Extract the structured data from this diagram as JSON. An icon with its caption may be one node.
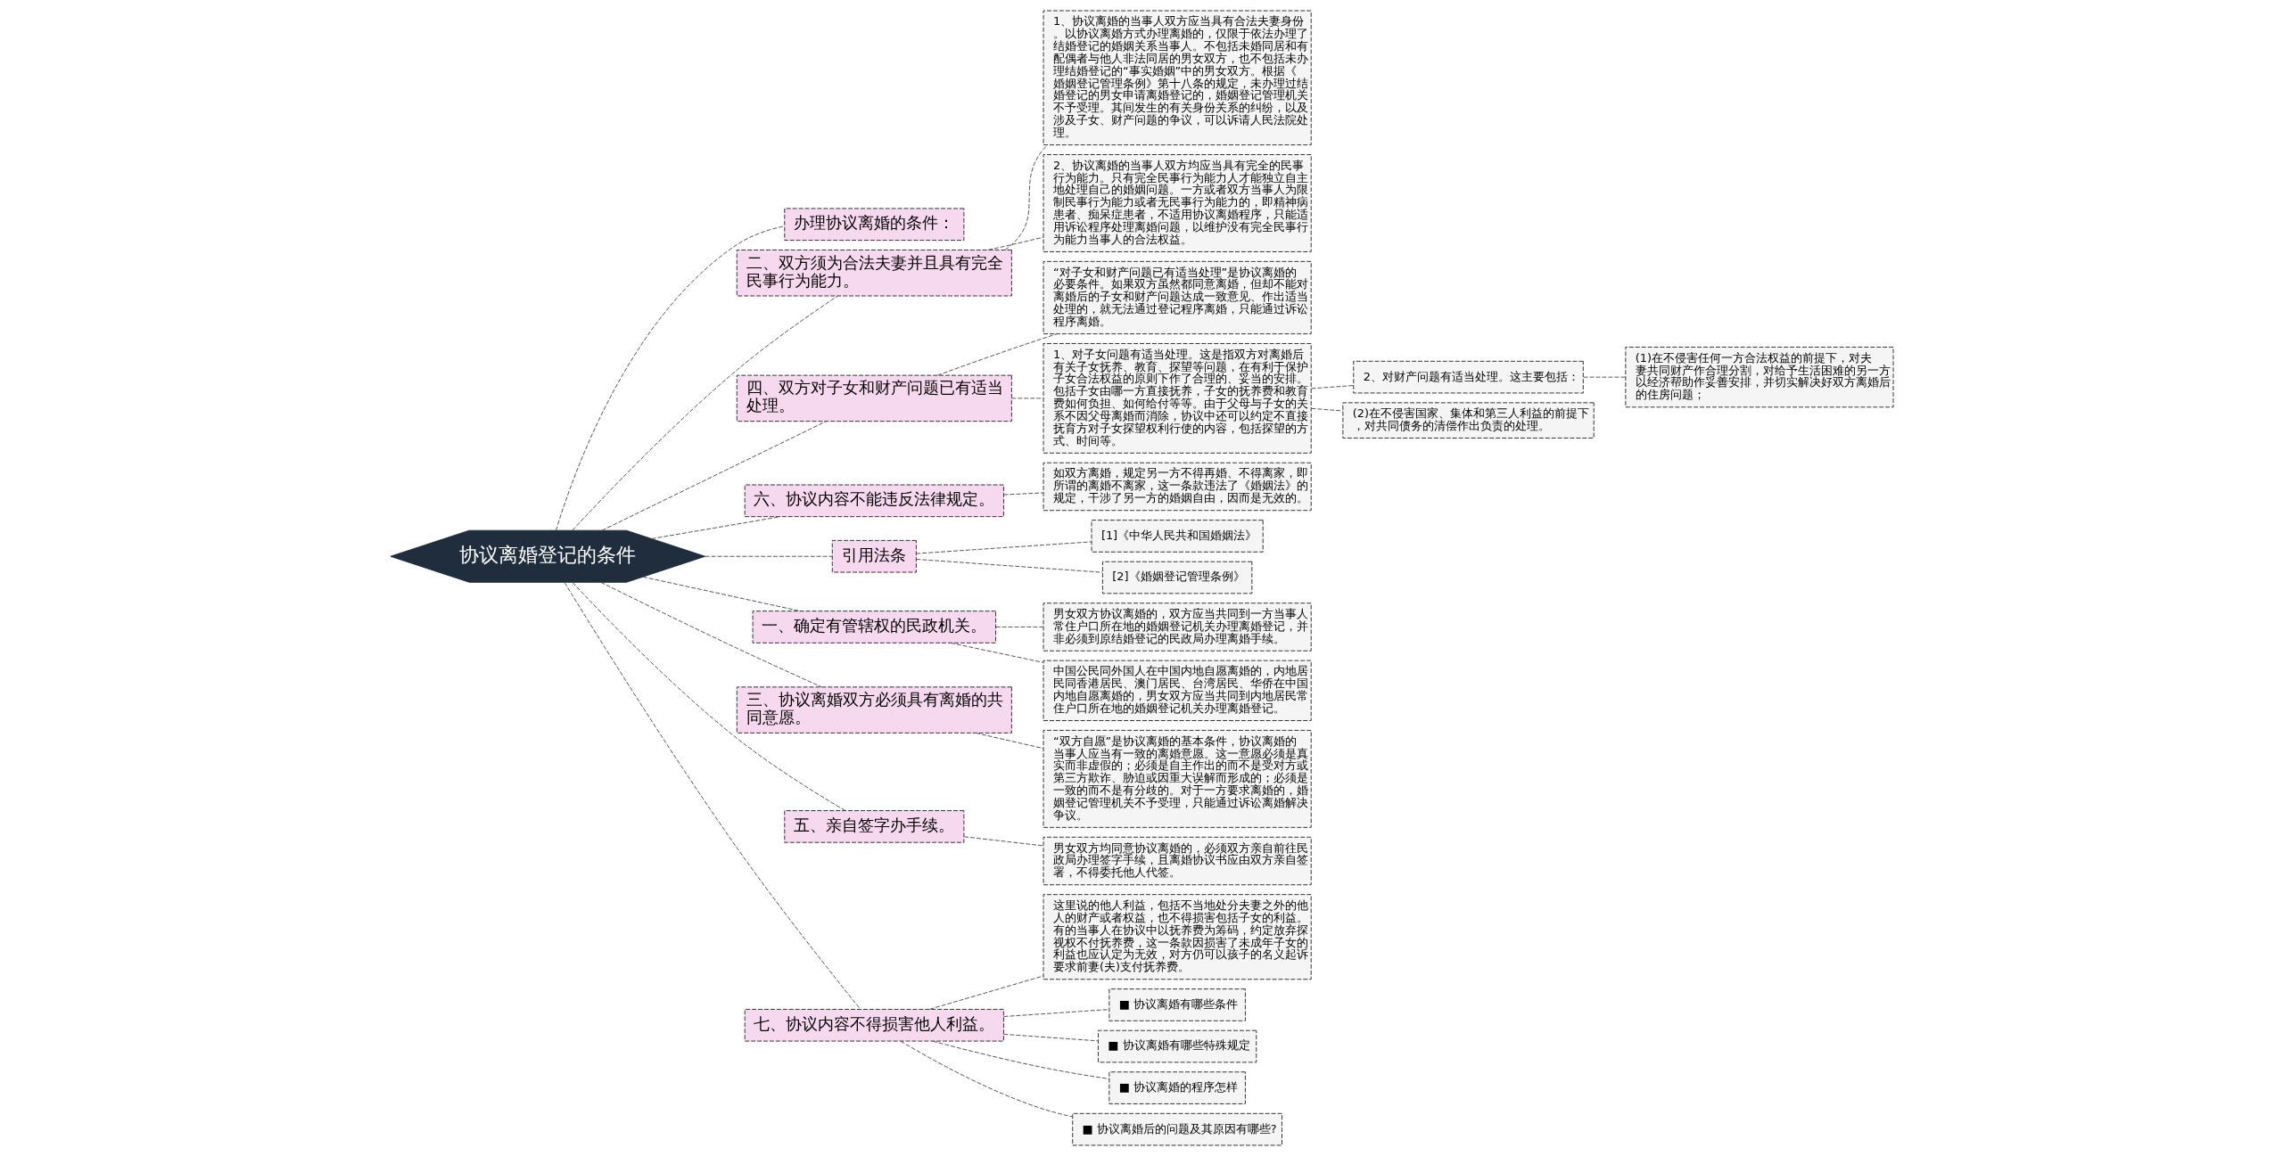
{
  "diagram": {
    "nodes": [
      {
        "text": [
          "协议离婚登记的条件"
        ]
      },
      {
        "text": [
          "办理协议离婚的条件："
        ]
      },
      {
        "text": [
          "二、双方须为合法夫妻并且具有完全民事行为能力。"
        ]
      },
      {
        "text": [
          "1、协议离婚的当事人双方应当具有合法夫妻身份。以协议离婚方式办理离婚的，仅限于依法办理了结婚登记的婚姻关系当事人。不包括未婚同居和有配偶者与他人非法同居的男女双方，也不包括未办理结婚登记的“事实婚姻”中的男女双方。根据《婚姻登记管理条例》第十八条的规定，未办理过结婚登记的男女申请离婚登记的，婚姻登记管理机关不予受理。其间发生的有关身份关系的纠纷，以及涉及子女、财产问题的争议，可以诉请人民法院处理。"
        ]
      },
      {
        "text": [
          "2、协议离婚的当事人双方均应当具有完全的民事行为能力。只有完全民事行为能力人才能独立自主地处理自己的婚姻问题。一方或者双方当事人为限制民事行为能力或者无民事行为能力的，即精神病患者、痴呆症患者，不适用协议离婚程序，只能适用诉讼程序处理离婚问题，以维护没有完全民事行为能力当事人的合法权益。"
        ]
      },
      {
        "text": [
          "四、双方对子女和财产问题已有适当处理。"
        ]
      },
      {
        "text": [
          "“对子女和财产问题已有适当处理”是协议离婚的必要条件。如果双方虽然都同意离婚，但却不能对离婚后的子女和财产问题达成一致意见、作出适当处理的，就无法通过登记程序离婚，只能通过诉讼程序离婚。"
        ]
      },
      {
        "text": [
          "1、对子女问题有适当处理。这是指双方对离婚后有关子女抚养、教育、探望等问题，在有利于保护子女合法权益的原则下作了合理的、妥当的安排。包括子女由哪一方直接抚养，子女的抚养费和教育费如何负担、如何给付等等。由于父母与子女的关系不因父母离婚而消除，协议中还可以约定不直接抚育方对子女探望权利行使的内容，包括探望的方式、时间等。"
        ]
      },
      {
        "text": [
          "2、对财产问题有适当处理。这主要包括："
        ]
      },
      {
        "text": [
          "(1)在不侵害任何一方合法权益的前提下，对夫妻共同财产作合理分割，对给予生活困难的另一方以经济帮助作妥善安排，并切实解决好双方离婚后的住房问题；"
        ]
      },
      {
        "text": [
          "(2)在不侵害国家、集体和第三人利益的前提下，对共同债务的清偿作出负责的处理。"
        ]
      },
      {
        "text": [
          "六、协议内容不能违反法律规定。"
        ]
      },
      {
        "text": [
          "如双方离婚，规定另一方不得再婚、不得离家，即所谓的离婚不离家，这一条款违法了《婚姻法》的规定，干涉了另一方的婚姻自由，因而是无效的。"
        ]
      },
      {
        "text": [
          "引用法条"
        ]
      },
      {
        "text": [
          "[1]《中华人民共和国婚姻法》"
        ]
      },
      {
        "text": [
          "[2]《婚姻登记管理条例》"
        ]
      },
      {
        "text": [
          "一、确定有管辖权的民政机关。"
        ]
      },
      {
        "text": [
          "男女双方协议离婚的，双方应当共同到一方当事人常住户口所在地的婚姻登记机关办理离婚登记，并非必须到原结婚登记的民政局办理离婚手续。"
        ]
      },
      {
        "text": [
          "中国公民同外国人在中国内地自愿离婚的，内地居民同香港居民、澳门居民、台湾居民、华侨在中国内地自愿离婚的，男女双方应当共同到内地居民常住户口所在地的婚姻登记机关办理离婚登记。"
        ]
      },
      {
        "text": [
          "三、协议离婚双方必须具有离婚的共同意愿。"
        ]
      },
      {
        "text": [
          "“双方自愿”是协议离婚的基本条件，协议离婚的当事人应当有一致的离婚意愿。这一意愿必须是真实而非虚假的；必须是自主作出的而不是受对方或第三方欺诈、胁迫或因重大误解而形成的；必须是一致的而不是有分歧的。对于一方要求离婚的，婚姻登记管理机关不予受理，只能通过诉讼离婚解决争议。"
        ]
      },
      {
        "text": [
          "五、亲自签字办手续。"
        ]
      },
      {
        "text": [
          "男女双方均同意协议离婚的，必须双方亲自前往民政局办理签字手续，且离婚协议书应由双方亲自签署，不得委托他人代签。"
        ]
      },
      {
        "text": [
          "七、协议内容不得损害他人利益。"
        ]
      },
      {
        "text": [
          "这里说的他人利益，包括不当地处分夫妻之外的他人的财产或者权益，也不得损害包括子女的利益。有的当事人在协议中以抚养费为筹码，约定放弃探视权不付抚养费，这一条款因损害了未成年子女的利益也应认定为无效，对方仍可以孩子的名义起诉要求前妻(夫)支付抚养费。"
        ]
      },
      {
        "text": [
          "■ 协议离婚有哪些条件"
        ]
      },
      {
        "text": [
          "■ 协议离婚有哪些特殊规定"
        ]
      },
      {
        "text": [
          "■ 协议离婚的程序怎样"
        ]
      },
      {
        "text": [
          "■ 协议离婚后的问题及其原因有哪些?"
        ]
      }
    ],
    "edges": [
      {
        "from": 0,
        "to": 1,
        "arrow": "none",
        "style": "dashed"
      },
      {
        "from": 0,
        "to": 2,
        "arrow": "none",
        "style": "dashed"
      },
      {
        "from": 2,
        "to": 3,
        "arrow": "none",
        "style": "dashed"
      },
      {
        "from": 2,
        "to": 4,
        "arrow": "none",
        "style": "dashed"
      },
      {
        "from": 0,
        "to": 5,
        "arrow": "none",
        "style": "dashed"
      },
      {
        "from": 5,
        "to": 6,
        "arrow": "none",
        "style": "dashed"
      },
      {
        "from": 5,
        "to": 7,
        "arrow": "none",
        "style": "dashed"
      },
      {
        "from": 7,
        "to": 8,
        "arrow": "none",
        "style": "dashed"
      },
      {
        "from": 8,
        "to": 9,
        "arrow": "none",
        "style": "dashed"
      },
      {
        "from": 7,
        "to": 10,
        "arrow": "none",
        "style": "dashed"
      },
      {
        "from": 0,
        "to": 11,
        "arrow": "none",
        "style": "dashed"
      },
      {
        "from": 11,
        "to": 12,
        "arrow": "none",
        "style": "dashed"
      },
      {
        "from": 0,
        "to": 13,
        "arrow": "none",
        "style": "dashed"
      },
      {
        "from": 13,
        "to": 14,
        "arrow": "none",
        "style": "dashed"
      },
      {
        "from": 13,
        "to": 15,
        "arrow": "none",
        "style": "dashed"
      },
      {
        "from": 0,
        "to": 16,
        "arrow": "none",
        "style": "dashed"
      },
      {
        "from": 16,
        "to": 17,
        "arrow": "none",
        "style": "dashed"
      },
      {
        "from": 16,
        "to": 18,
        "arrow": "none",
        "style": "dashed"
      },
      {
        "from": 0,
        "to": 19,
        "arrow": "none",
        "style": "dashed"
      },
      {
        "from": 19,
        "to": 20,
        "arrow": "none",
        "style": "dashed"
      },
      {
        "from": 0,
        "to": 21,
        "arrow": "none",
        "style": "dashed"
      },
      {
        "from": 21,
        "to": 22,
        "arrow": "none",
        "style": "dashed"
      },
      {
        "from": 0,
        "to": 23,
        "arrow": "none",
        "style": "dashed"
      },
      {
        "from": 23,
        "to": 24,
        "arrow": "none",
        "style": "dashed"
      },
      {
        "from": 23,
        "to": 25,
        "arrow": "none",
        "style": "dashed"
      },
      {
        "from": 23,
        "to": 26,
        "arrow": "none",
        "style": "dashed"
      },
      {
        "from": 23,
        "to": 27,
        "arrow": "none",
        "style": "dashed"
      },
      {
        "from": 23,
        "to": 28,
        "arrow": "none",
        "style": "dashed"
      }
    ]
  }
}
